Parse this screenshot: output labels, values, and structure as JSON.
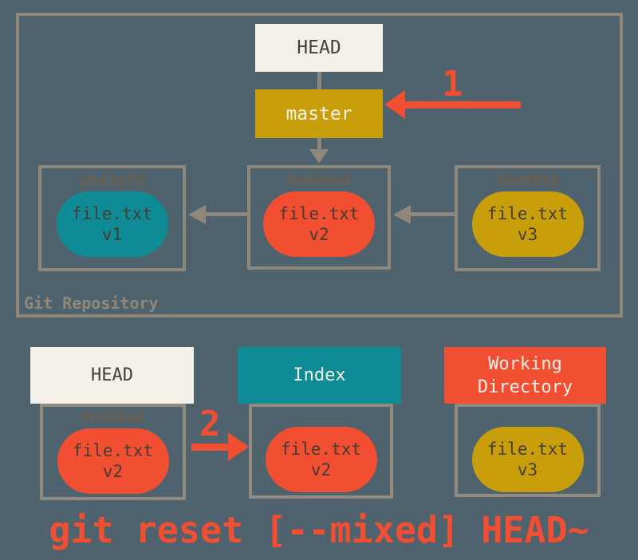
{
  "repo": {
    "label": "Git Repository",
    "head": "HEAD",
    "branch": "master",
    "commits": [
      {
        "hash": "eb43bf8",
        "file": "file.txt",
        "version": "v1"
      },
      {
        "hash": "9e5e6a4",
        "file": "file.txt",
        "version": "v2"
      },
      {
        "hash": "38eb946",
        "file": "file.txt",
        "version": "v3"
      }
    ]
  },
  "steps": {
    "one": "1",
    "two": "2"
  },
  "areas": {
    "head": {
      "title": "HEAD",
      "hash": "9e5e6a4",
      "file": "file.txt",
      "version": "v2"
    },
    "index": {
      "title": "Index",
      "file": "file.txt",
      "version": "v2"
    },
    "workdir": {
      "title": "Working Directory",
      "file": "file.txt",
      "version": "v3"
    }
  },
  "caption": "git reset [--mixed] HEAD~",
  "colors": {
    "background": "#4E636D",
    "border": "#8E877A",
    "offwhite": "#F2F0E9",
    "gold": "#C89E0B",
    "teal": "#0E8B94",
    "orange": "#F14E32",
    "dark_text": "#433D35",
    "hash_text": "#6A6052"
  }
}
